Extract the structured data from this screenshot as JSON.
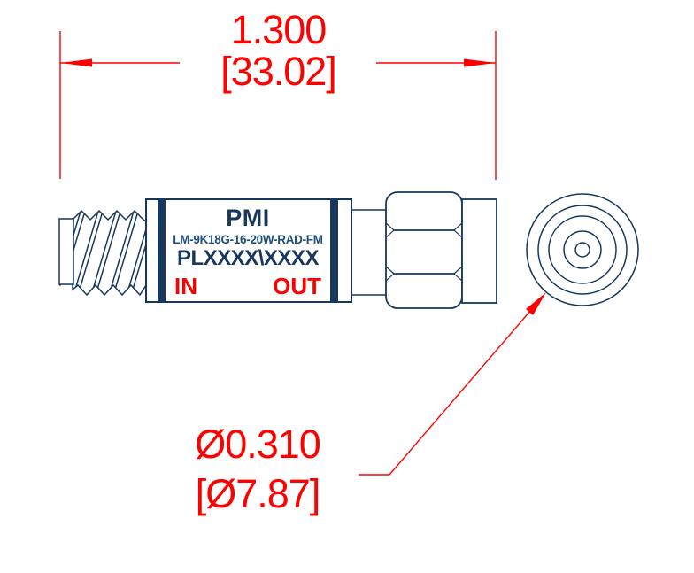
{
  "dimensions": {
    "length": {
      "primary": "1.300",
      "secondary": "[33.02]"
    },
    "diameter": {
      "primary": "Ø0.310",
      "secondary": "[Ø7.87]"
    }
  },
  "device_label": {
    "brand": "PMI",
    "model": "LM-9K18G-16-20W-RAD-FM",
    "part_code": "PLXXXX\\XXXX",
    "port_in": "IN",
    "port_out": "OUT"
  },
  "colors": {
    "dimension_red": "#fe0000",
    "outline_navy": "#17375d",
    "model_blue": "#1f4e79"
  }
}
